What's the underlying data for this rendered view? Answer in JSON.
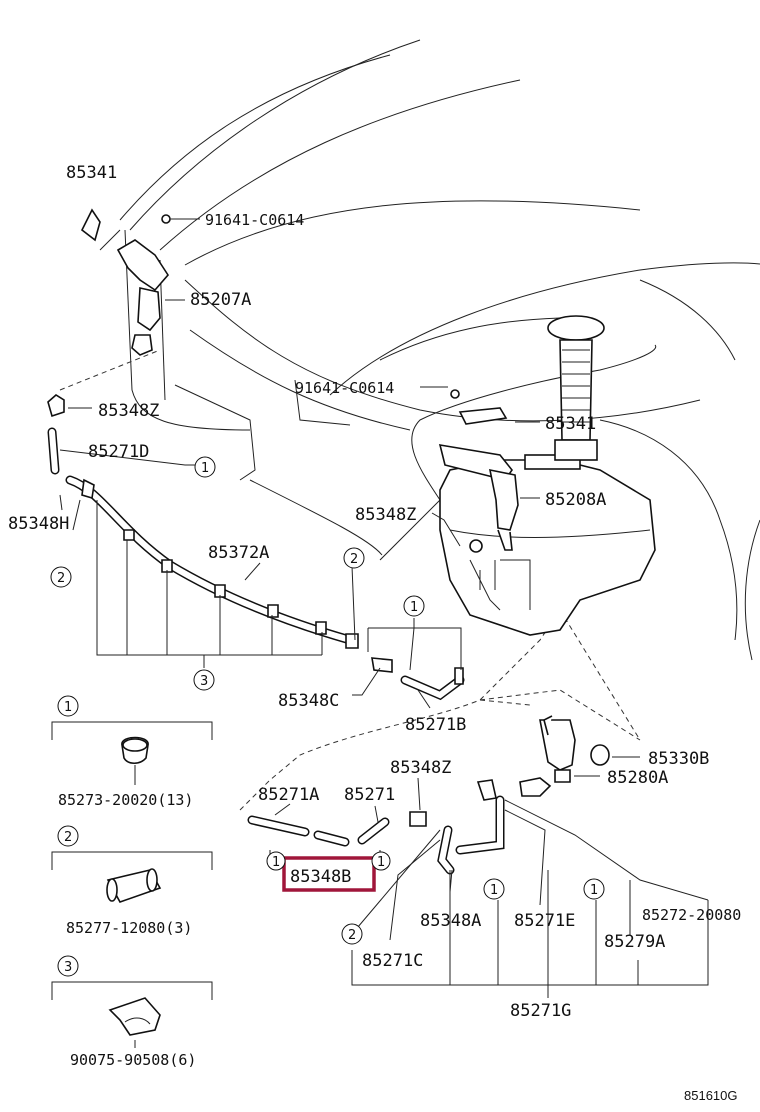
{
  "diagram": {
    "highlight_color": "#a0163a",
    "part_labels": [
      {
        "id": "p85341a",
        "text": "85341"
      },
      {
        "id": "p91641a",
        "text": "91641-C0614"
      },
      {
        "id": "p85207a",
        "text": "85207A"
      },
      {
        "id": "p91641b",
        "text": "91641-C0614"
      },
      {
        "id": "p85348za",
        "text": "85348Z"
      },
      {
        "id": "p85341b",
        "text": "85341"
      },
      {
        "id": "p85271d",
        "text": "85271D"
      },
      {
        "id": "p85208a",
        "text": "85208A"
      },
      {
        "id": "p85348h",
        "text": "85348H"
      },
      {
        "id": "p85348zb",
        "text": "85348Z"
      },
      {
        "id": "p85372a",
        "text": "85372A"
      },
      {
        "id": "p85348c",
        "text": "85348C"
      },
      {
        "id": "p85271b",
        "text": "85271B"
      },
      {
        "id": "p85348zc",
        "text": "85348Z"
      },
      {
        "id": "p85330b",
        "text": "85330B"
      },
      {
        "id": "p85280a",
        "text": "85280A"
      },
      {
        "id": "p85271a",
        "text": "85271A"
      },
      {
        "id": "p85271",
        "text": "85271"
      },
      {
        "id": "p85348b",
        "text": "85348B"
      },
      {
        "id": "p85348a",
        "text": "85348A"
      },
      {
        "id": "p85271e",
        "text": "85271E"
      },
      {
        "id": "p85272",
        "text": "85272-20080"
      },
      {
        "id": "p85279a",
        "text": "85279A"
      },
      {
        "id": "p85271c",
        "text": "85271C"
      },
      {
        "id": "p85271g",
        "text": "85271G"
      }
    ],
    "legend": [
      {
        "num": "1",
        "part": "85273-20020(13)"
      },
      {
        "num": "2",
        "part": "85277-12080(3)"
      },
      {
        "num": "3",
        "part": "90075-90508(6)"
      }
    ],
    "callout_numbers": [
      "1",
      "2",
      "3"
    ],
    "figure_code": "851610G"
  }
}
